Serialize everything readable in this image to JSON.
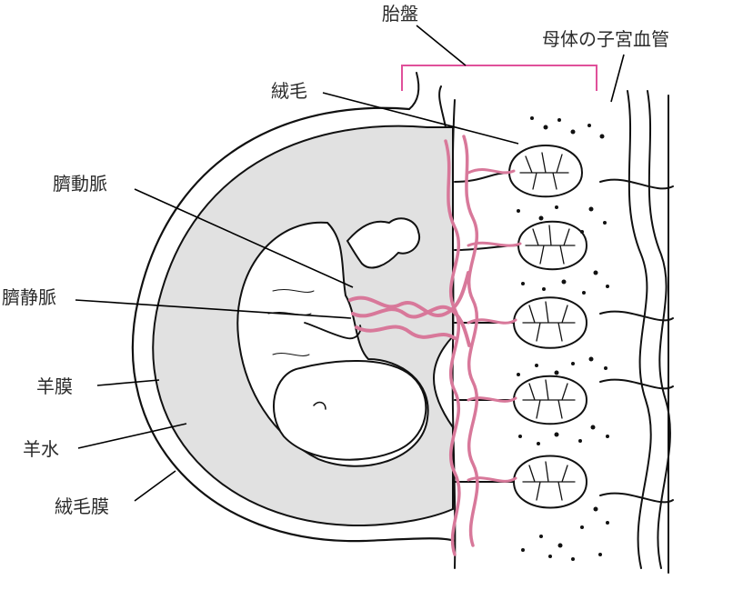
{
  "labels": {
    "placenta": "胎盤",
    "maternal_vessels": "母体の子宮血管",
    "villi": "絨毛",
    "umbilical_artery": "臍動脈",
    "umbilical_vein": "臍静脈",
    "amnion": "羊膜",
    "amniotic_fluid": "羊水",
    "chorion": "絨毛膜"
  },
  "colors": {
    "background": "#ffffff",
    "amniotic_fill": "#e1e1e1",
    "ink": "#111111",
    "fetal_vessels": "#d8789a",
    "placenta_bracket": "#e0509a"
  }
}
